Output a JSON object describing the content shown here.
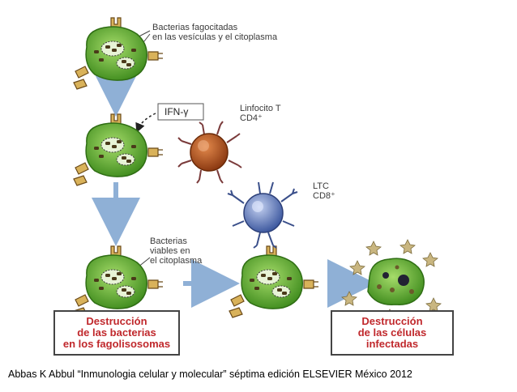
{
  "labels": {
    "phagocytosed": [
      "Bacterias fagocitadas",
      "en las vesículas y el citoplasma"
    ],
    "ifn": "IFN-γ",
    "t_cell": [
      "Linfocito T",
      "CD4⁺"
    ],
    "ctl": [
      "LTC",
      "CD8⁺"
    ],
    "viable": [
      "Bacterias",
      "viables en",
      "el citoplasma"
    ]
  },
  "boxes": {
    "left": [
      "Destrucción",
      "de las bacterias",
      "en los fagolisosomas"
    ],
    "right": [
      "Destrucción",
      "de las células",
      "infectadas"
    ]
  },
  "caption": "Abbas K Abbul “Inmunologia celular y molecular” séptima edición ELSEVIER México 2012",
  "colors": {
    "macrophage": "#5fb52e",
    "cd4_cell": "#b8521f",
    "cd8_cell": "#6f86c4",
    "arrow": "#8fb0d6",
    "box_text": "#c0282c",
    "bacteria": "#4a3a1a"
  }
}
